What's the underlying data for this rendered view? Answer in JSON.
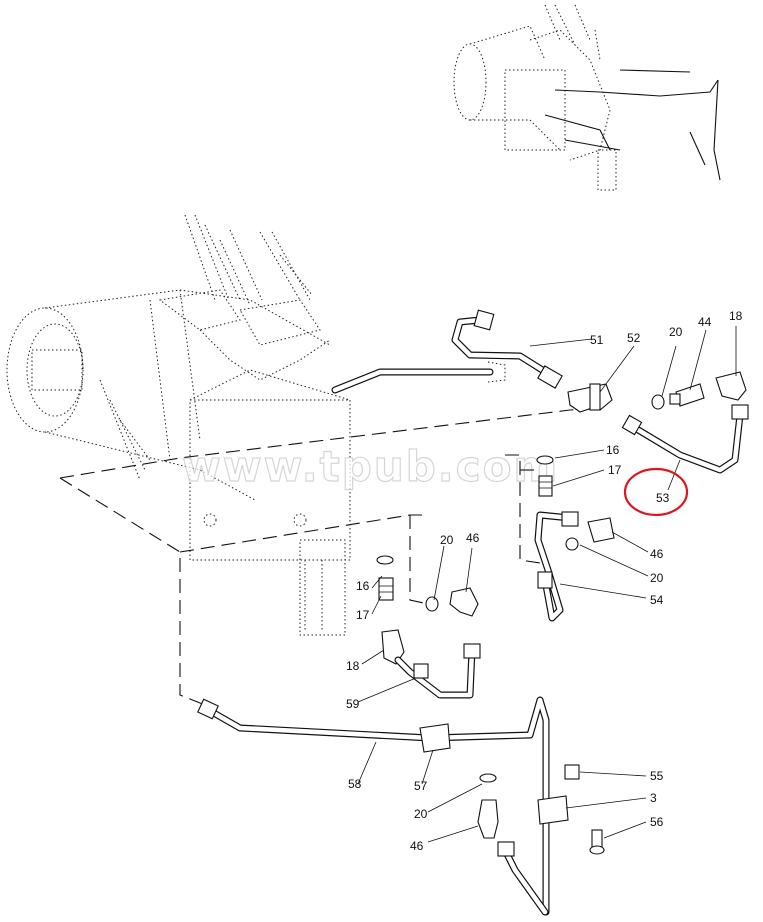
{
  "watermark": "www.tpub.com",
  "highlight_color": "#e0141e",
  "highlighted_callout": "53",
  "callouts": {
    "c51": "51",
    "c52": "52",
    "c20a": "20",
    "c44": "44",
    "c18a": "18",
    "c16a": "16",
    "c17a": "17",
    "c53": "53",
    "c46a": "46",
    "c20b": "20",
    "c54": "54",
    "c20c": "20",
    "c46b": "46",
    "c16b": "16",
    "c17b": "17",
    "c18b": "18",
    "c59": "59",
    "c58": "58",
    "c57": "57",
    "c55": "55",
    "c3": "3",
    "c20d": "20",
    "c56": "56",
    "c46c": "46"
  }
}
